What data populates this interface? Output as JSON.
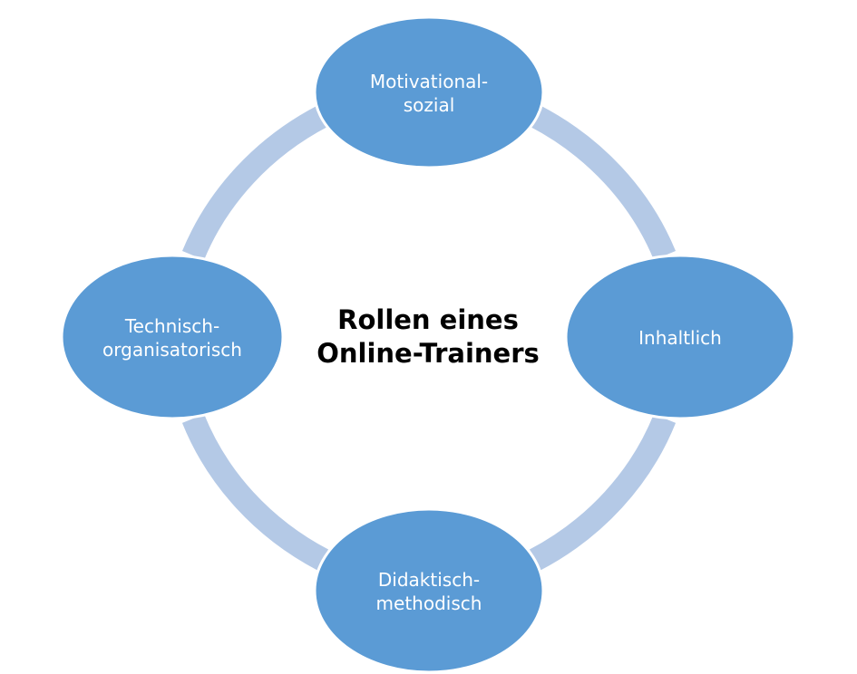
{
  "title_lines": [
    "Rollen eines",
    "Online-Trainers"
  ],
  "nodes": [
    {
      "id": "motivational",
      "lines": [
        "Motivational-",
        "sozial"
      ]
    },
    {
      "id": "inhaltlich",
      "lines": [
        "Inhaltlich"
      ]
    },
    {
      "id": "didaktisch",
      "lines": [
        "Didaktisch-",
        "methodisch"
      ]
    },
    {
      "id": "technisch",
      "lines": [
        "Technisch-",
        "organisatorisch"
      ]
    }
  ],
  "colors": {
    "node_fill": "#5b9bd5",
    "node_stroke": "#ffffff",
    "ring": "#b4c9e6",
    "node_text": "#ffffff",
    "title_text": "#000000"
  }
}
